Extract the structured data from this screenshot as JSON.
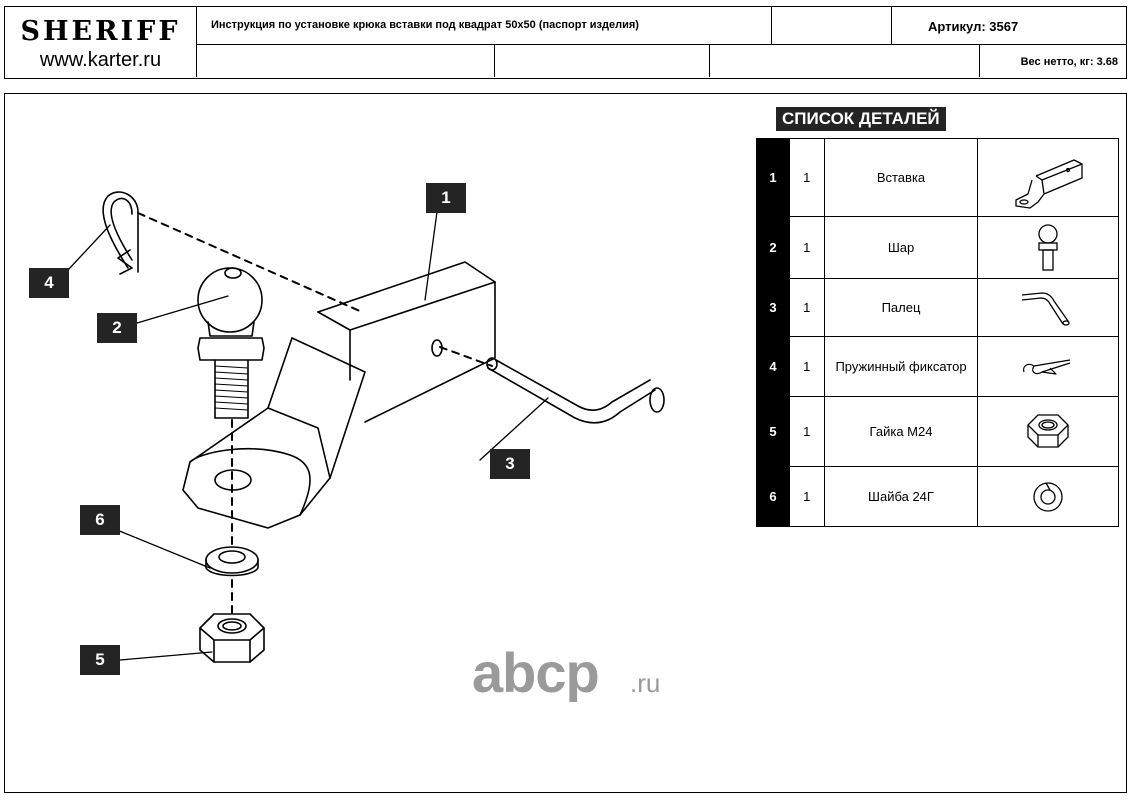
{
  "header": {
    "brand": "SHERIFF",
    "website": "www.karter.ru",
    "title": "Инструкция по установке крюка вставки под квадрат 50х50 (паспорт изделия)",
    "article": "Артикул: 3567",
    "weight": "Вес нетто, кг: 3.68"
  },
  "drawing": {
    "callouts": [
      "1",
      "2",
      "3",
      "4",
      "5",
      "6"
    ]
  },
  "parts_list": {
    "title": "СПИСОК ДЕТАЛЕЙ",
    "items": [
      {
        "num": "1",
        "qty": "1",
        "name": "Вставка",
        "icon": "hitch-insert-icon"
      },
      {
        "num": "2",
        "qty": "1",
        "name": "Шар",
        "icon": "tow-ball-icon"
      },
      {
        "num": "3",
        "qty": "1",
        "name": "Палец",
        "icon": "pin-icon"
      },
      {
        "num": "4",
        "qty": "1",
        "name": "Пружинный фиксатор",
        "icon": "spring-clip-icon"
      },
      {
        "num": "5",
        "qty": "1",
        "name": "Гайка М24",
        "icon": "hex-nut-icon"
      },
      {
        "num": "6",
        "qty": "1",
        "name": "Шайба 24Г",
        "icon": "lock-washer-icon"
      }
    ]
  },
  "watermark": {
    "text": "abcp",
    "suffix": ".ru",
    "color": "#9a9a9a"
  }
}
